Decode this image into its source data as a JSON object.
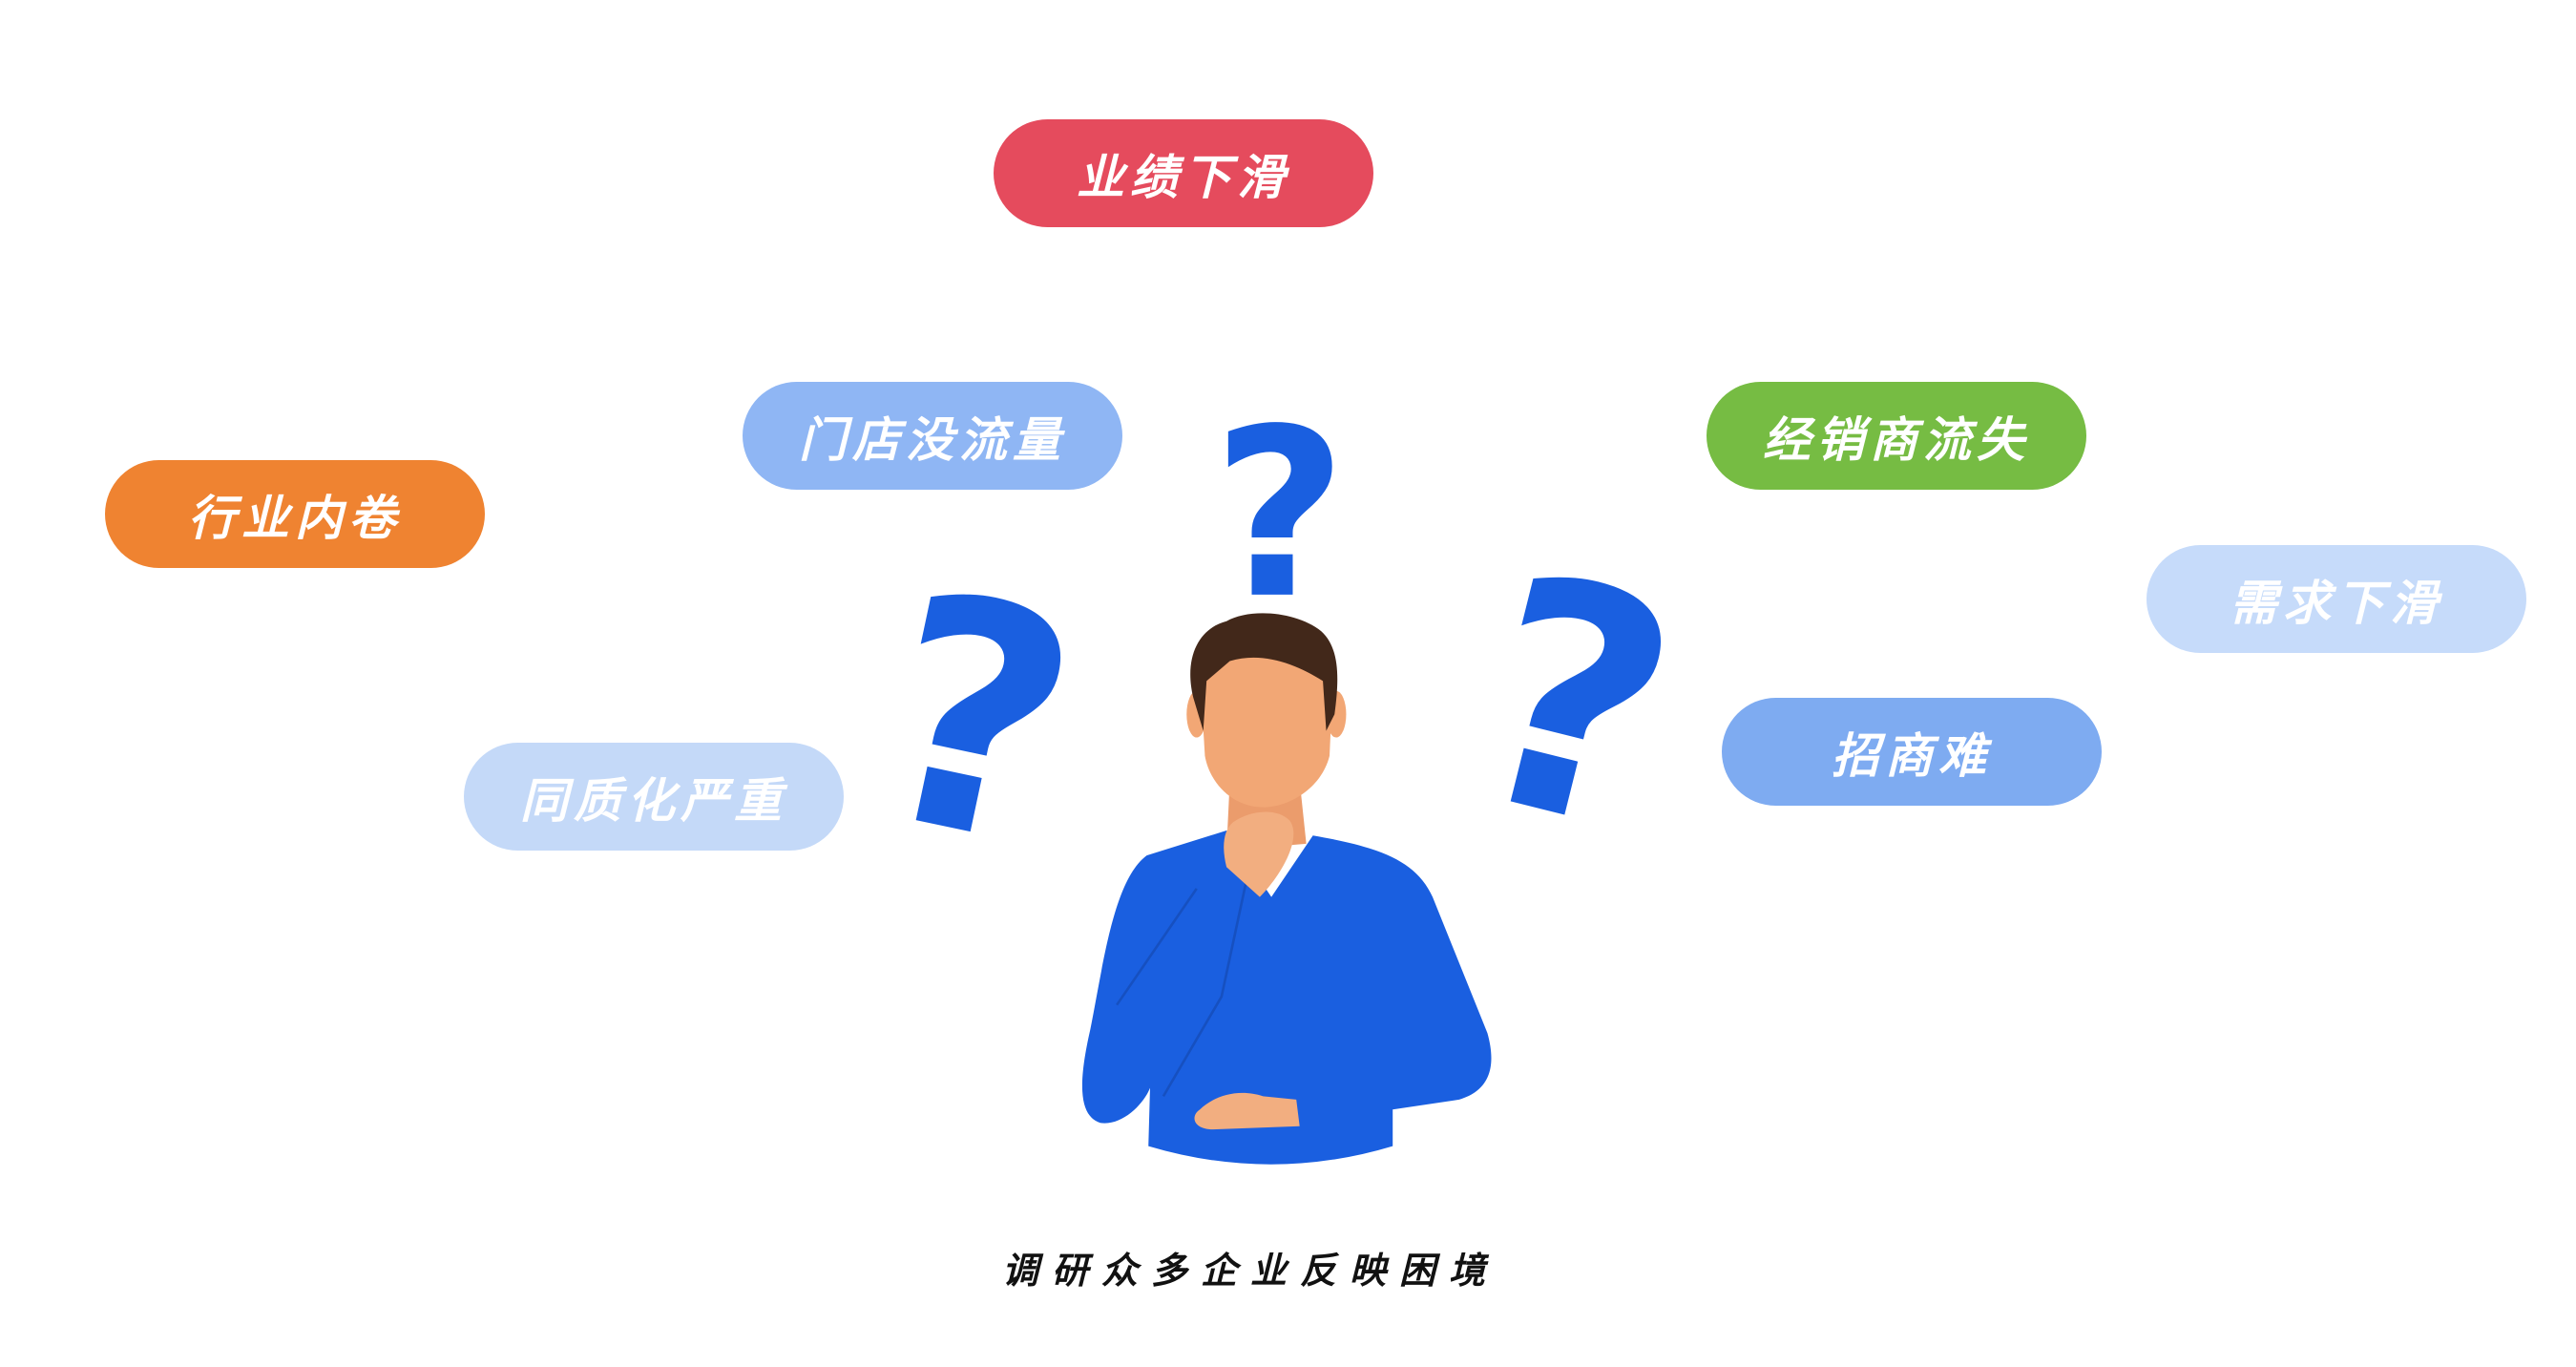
{
  "tags": [
    {
      "label": "业绩下滑",
      "color": "#e54b5d"
    },
    {
      "label": "门店没流量",
      "color": "#8fb6f4"
    },
    {
      "label": "经销商流失",
      "color": "#76bc43"
    },
    {
      "label": "行业内卷",
      "color": "#ef8331"
    },
    {
      "label": "需求下滑",
      "color": "#c6dbfa"
    },
    {
      "label": "招商难",
      "color": "#7eabf1"
    },
    {
      "label": "同质化严重",
      "color": "#c4d9f8"
    }
  ],
  "caption": "调研众多企业反映困境",
  "colors": {
    "accent": "#1a5fe0",
    "skin": "#f2a775",
    "hair": "#42281a"
  }
}
